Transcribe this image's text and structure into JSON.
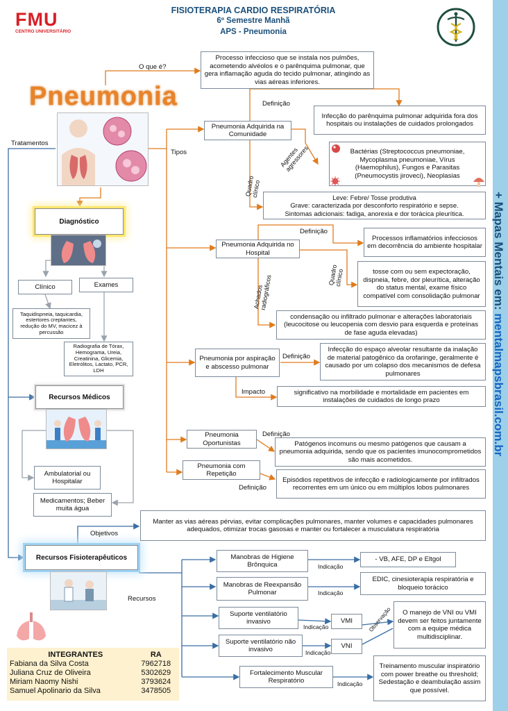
{
  "header": {
    "logo": "FMU",
    "logo_sub": "CENTRO UNIVERSITÁRIO",
    "title": "FISIOTERAPIA CARDIO RESPIRATÓRIA",
    "line2": "6º Semestre Manhã",
    "line3": "APS - Pneumonia"
  },
  "side": {
    "prefix": "+ Mapas Mentais em:",
    "url": "mentalmapsbrasil.com.br"
  },
  "center": {
    "title": "Pneumonia",
    "o_que_e_label": "O que é?",
    "o_que_e_text": "Processo infeccioso que se instala nos pulmões, acometendo alvéolos e o parênquima pulmonar, que gera inflamação aguda do tecido pulmonar, atingindo as vias aéreas inferiores.",
    "tratamentos_label": "Tratamentos",
    "tipos_label": "Tipos"
  },
  "comunidade": {
    "label": "Pneumonia Adquirida na Comunidade",
    "definicao_label": "Definição",
    "definicao": "Infecção do parênquima pulmonar adquirida fora dos hospitais ou instalações de cuidados prolongados",
    "agentes_label": "Agentes agressores",
    "agentes": "Bactérias (Streptococcus pneumoniae, Mycoplasma pneumoniae, Vírus (Haemophilus), Fungos e Parasitas (Pneumocystis jiroveci), Neoplasias",
    "quadro_label": "Quadro clínico",
    "quadro": "Leve: Febre/ Tosse produtiva\nGrave: caracterizada por desconforto respiratório e sepse.\nSintomas adicionais: fadiga, anorexia e dor torácica pleurítica."
  },
  "hospital": {
    "label": "Pneumonia Adquirida no Hospital",
    "definicao_label": "Definição",
    "definicao": "Processos inflamatórios infecciosos em decorrência do ambiente hospitalar",
    "quadro_label": "Quadro clínico",
    "quadro": "tosse com ou sem expectoração, dispneia, febre, dor pleurítica, alteração do status mental, exame físico compatível com consolidação pulmonar",
    "achados_label": "Achados radiográficos",
    "achados": "condensação ou infiltrado pulmonar e alterações laboratoriais (leucocitose ou leucopenia com desvio para esquerda e proteínas de fase aguda elevadas)"
  },
  "aspiracao": {
    "label": "Pneumonia por aspiração e abscesso pulmonar",
    "definicao_label": "Definição",
    "definicao": "Infecção do espaço alveolar resultante da inalação de material patogênico da orofaringe, geralmente é causado por um colapso dos mecanismos de defesa pulmonares",
    "impacto_label": "Impacto",
    "impacto": "significativo na morbilidade e mortalidade em pacientes em instalações de cuidados de longo prazo"
  },
  "oportunistas": {
    "label": "Pneumonia Oportunistas",
    "definicao_label": "Definição",
    "definicao": "Patógenos incomuns ou mesmo patógenos que causam a pneumonia adquirida, sendo que os pacientes imunocomprometidos são mais acometidos."
  },
  "repeticao": {
    "label": "Pneumonia com Repetição",
    "definicao_label": "Definição",
    "definicao": "Episódios repetitivos de infecção e radiologicamente por infiltrados recorrentes em um único ou em múltiplos lobos pulmonares"
  },
  "diagnostico": {
    "label": "Diagnóstico",
    "clinico": "Clínico",
    "exames": "Exames",
    "clinico_text": "Taquidispneia, taquicardia, estertores creptantes, redução do MV, macicez à percussão",
    "exames_text": "Radiografia de Tórax, Hemograma, Ureia, Creatinina, Glicemia, Eletrólitos, Lactato, PCR, LDH"
  },
  "recursos_medicos": {
    "label": "Recursos Médicos",
    "ambulatorial": "Ambulatorial ou Hospitalar",
    "medicamentos": "Medicamentos; Beber muita água"
  },
  "fisio": {
    "label": "Recursos Fisioterapêuticos",
    "objetivos_label": "Objetivos",
    "objetivos": "Manter as vias aéreas pérvias, evitar complicações pulmonares, manter volumes e capacidades pulmonares adequados, otimizar trocas gasosas e manter ou fortalecer a musculatura respiratória",
    "recursos_label": "Recursos",
    "indicacao_label": "Indicação",
    "observacao_label": "Observação",
    "higiene": "Manobras de Higiene Brônquica",
    "higiene_ind": "- VB, AFE, DP e Eltgol",
    "reexpansao": "Manobras de Reexpansão Pulmonar",
    "reexpansao_ind": "EDIC, cinesioterapia respiratória e bloqueio torácico",
    "invasivo": "Suporte ventilatório invasivo",
    "vmi": "VMI",
    "nao_invasivo": "Suporte ventilatório não invasivo",
    "vni": "VNI",
    "observacao": "O manejo de VNI ou VMI devem ser feitos juntamente com a equipe médica multidisciplinar.",
    "fortalecimento": "Fortalecimento Muscular Respiratório",
    "fortalecimento_ind": "Treinamento muscular inspiratório com power breathe ou threshold; Sedestação e deambulação assim que possível."
  },
  "integrantes": {
    "header_name": "INTEGRANTES",
    "header_ra": "RA",
    "rows": [
      {
        "name": "Fabiana da Silva Costa",
        "ra": "7962718"
      },
      {
        "name": "Juliana Cruz de Oliveira",
        "ra": "5302629"
      },
      {
        "name": "Miriam Naomy Nishi",
        "ra": "3793624"
      },
      {
        "name": "Samuel Apolinario da Silva",
        "ra": "3478505"
      }
    ]
  },
  "colors": {
    "line_blue": "#3a6ea5",
    "line_orange": "#e07b1c",
    "line_grey": "#9aa3ab",
    "title_orange": "#e8832a",
    "header_blue": "#1a4f7a"
  }
}
